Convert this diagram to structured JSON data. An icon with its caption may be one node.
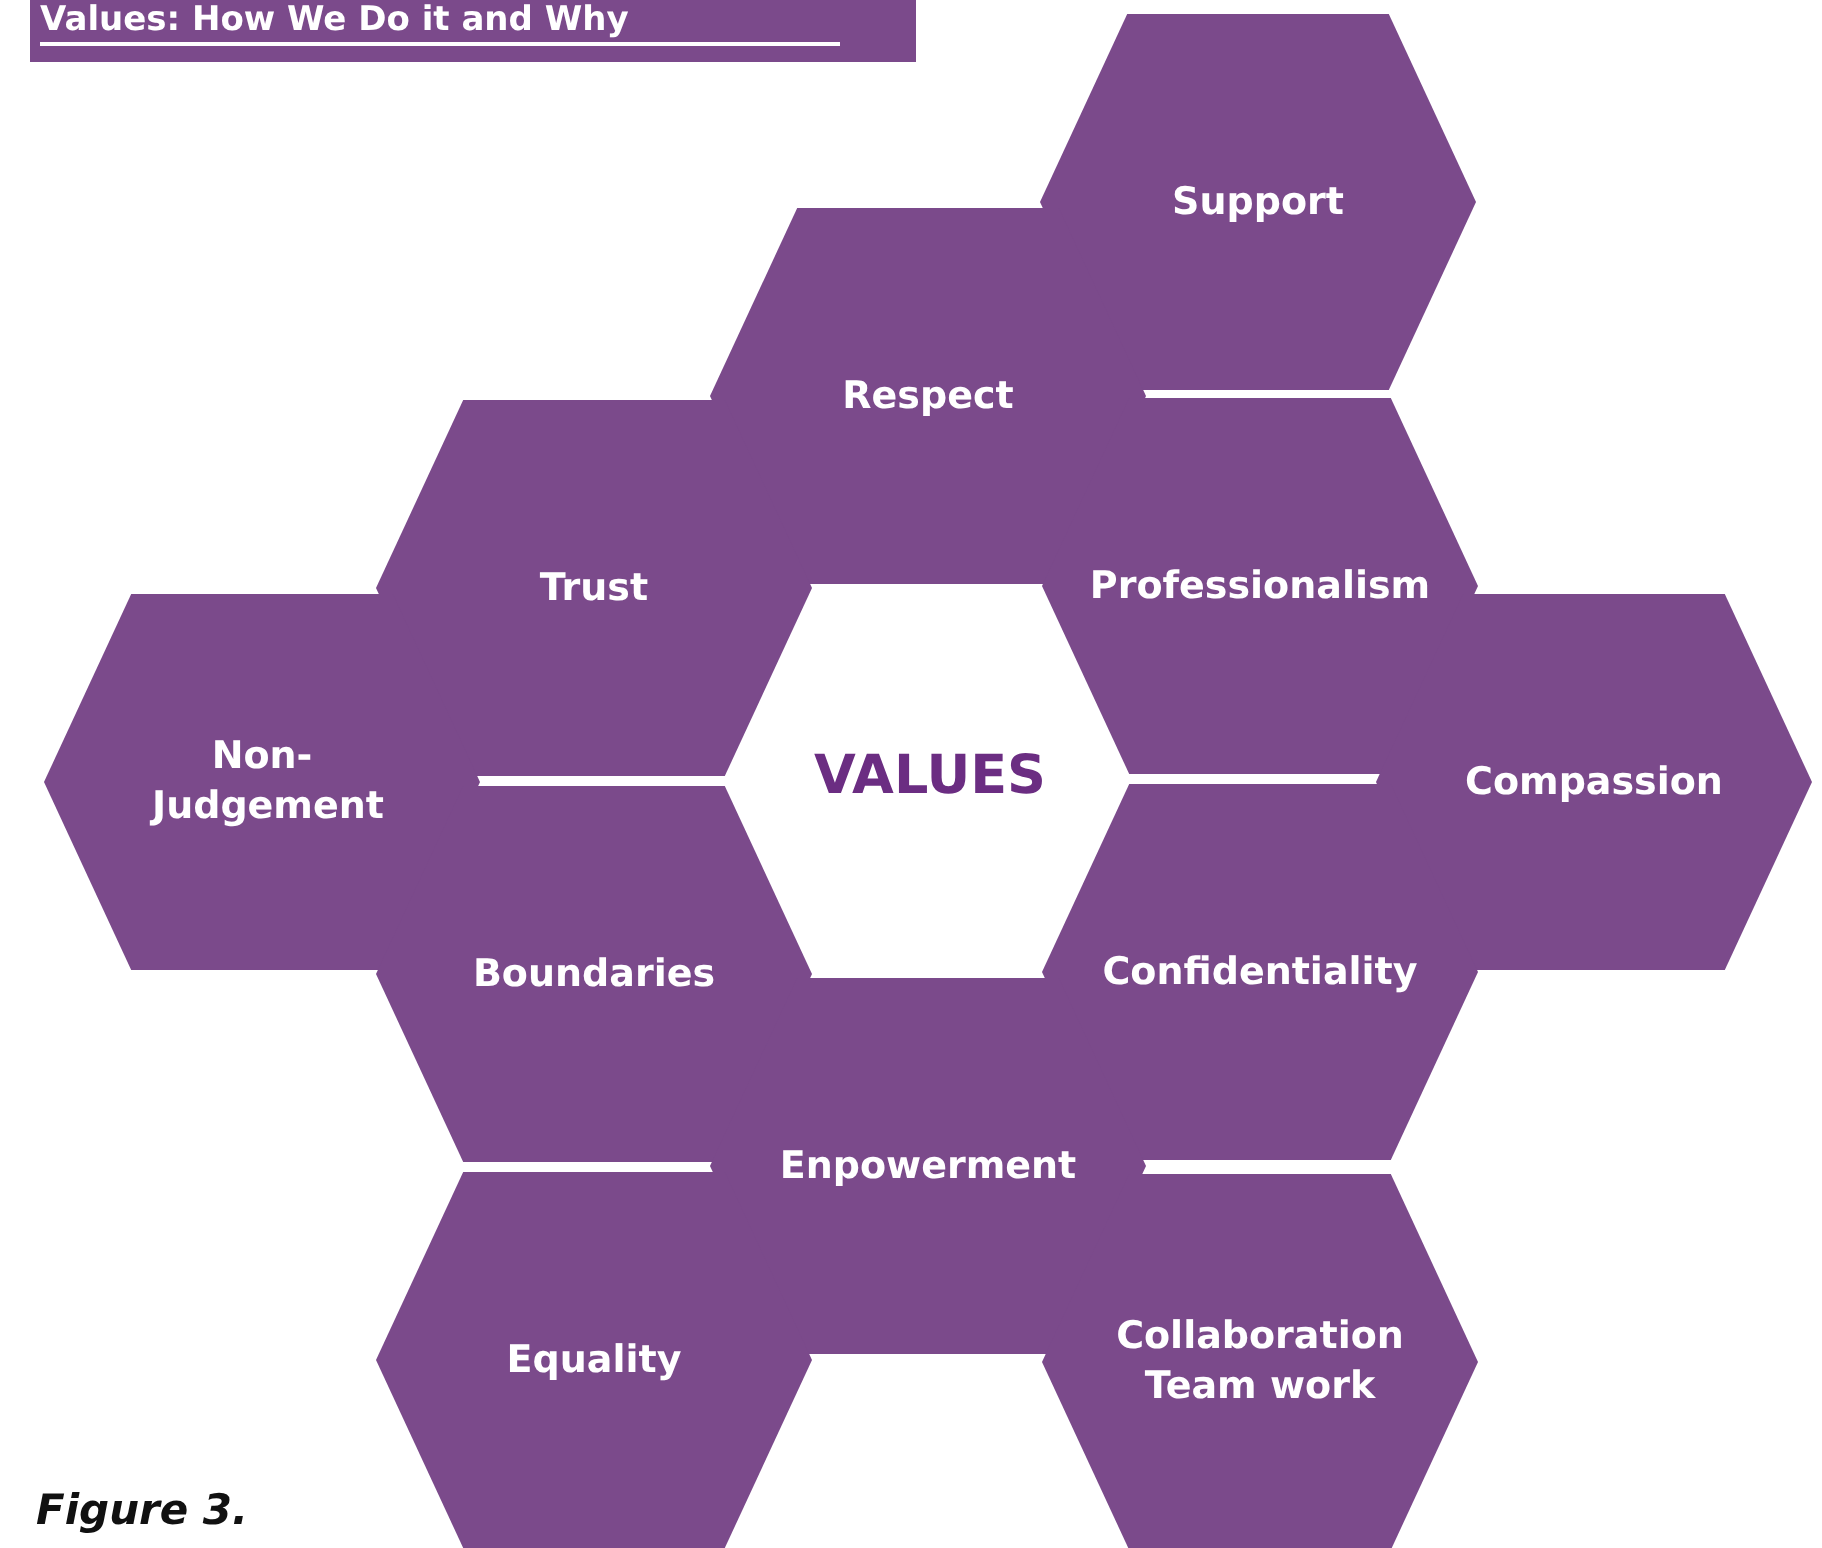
{
  "diagram": {
    "title": "Values: How We Do it and Why",
    "caption": "Figure 3.",
    "nodes": [
      {
        "text": [
          "Support"
        ]
      },
      {
        "text": [
          "Respect"
        ]
      },
      {
        "text": [
          "Trust"
        ]
      },
      {
        "text": [
          "Professionalism"
        ]
      },
      {
        "text": [
          "Non- Judgement"
        ]
      },
      {
        "text": [
          "Compassion"
        ]
      },
      {
        "text": [
          "Boundaries"
        ]
      },
      {
        "text": [
          "Confidentiality"
        ]
      },
      {
        "text": [
          "Enpowerment"
        ]
      },
      {
        "text": [
          "Equality"
        ]
      },
      {
        "text": [
          "Collaboration Team work"
        ]
      }
    ],
    "edges": [],
    "labels": [
      "VALUES"
    ]
  }
}
